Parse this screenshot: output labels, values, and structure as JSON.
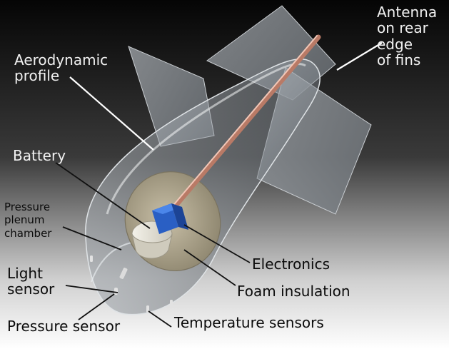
{
  "labels": {
    "antenna": "Antenna\non rear\nedge\nof fins",
    "aerodynamic": "Aerodynamic\nprofile",
    "battery": "Battery",
    "pressure_plenum": "Pressure\nplenum\nchamber",
    "electronics": "Electronics",
    "foam": "Foam insulation",
    "light_sensor": "Light\nsensor",
    "pressure_sensor": "Pressure sensor",
    "temperature_sensors": "Temperature sensors"
  },
  "colors": {
    "antenna_rod": "#d99a86",
    "electronics_block": "#2f6fd6",
    "foam_disc": "#b3aa94",
    "fin": "#8a9096"
  }
}
